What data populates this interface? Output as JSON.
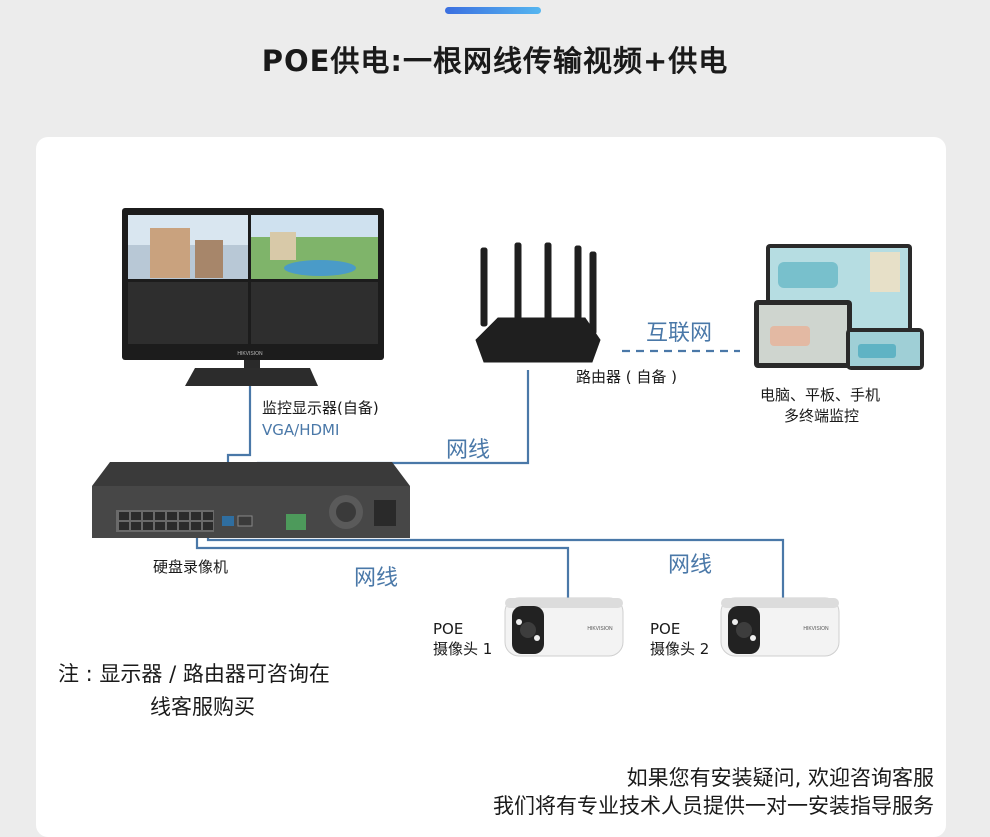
{
  "header": {
    "title": "POE供电:一根网线传输视频+供电"
  },
  "devices": {
    "monitor": {
      "label": "监控显示器(自备)",
      "sub": "VGA/HDMI",
      "brand": "HIKVISION"
    },
    "router": {
      "label": "路由器 ( 自备 )"
    },
    "terminals": {
      "line1": "电脑、平板、手机",
      "line2": "多终端监控"
    },
    "nvr": {
      "label": "硬盘录像机"
    },
    "camera1": {
      "line1": "POE",
      "line2": "摄像头 1",
      "brand": "HIKVISION"
    },
    "camera2": {
      "line1": "POE",
      "line2": "摄像头 2",
      "brand": "HIKVISION"
    }
  },
  "links": {
    "internet": "互联网",
    "cable_router": "网线",
    "cable_cam1": "网线",
    "cable_cam2": "网线"
  },
  "note": {
    "line1": "注 : 显示器 / 路由器可咨询在",
    "line2": "线客服购买"
  },
  "footer": {
    "line1": "如果您有安装疑问, 欢迎咨询客服",
    "line2": "我们将有专业技术人员提供一对一安装指导服务"
  },
  "colors": {
    "accent": "#3b6fe0",
    "cable": "#4a78a8",
    "card": "#ffffff",
    "background": "#ececec"
  }
}
